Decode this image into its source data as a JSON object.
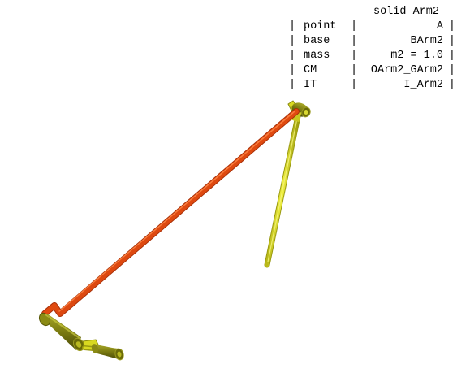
{
  "panel": {
    "title": "solid Arm2",
    "rows": [
      {
        "key": "point",
        "value": "A"
      },
      {
        "key": "base",
        "value": "BArm2"
      },
      {
        "key": "mass",
        "value": "m2 = 1.0"
      },
      {
        "key": "CM",
        "value": "OArm2_GArm2"
      },
      {
        "key": "IT",
        "value": "I_Arm2"
      }
    ],
    "separator": "|"
  },
  "colors": {
    "background": "#ffffff",
    "arm2": "#e04a10",
    "arm2_dark": "#a83008",
    "arm1": "#d8d820",
    "arm1_dark": "#9a9a10",
    "joint": "#7a7a10",
    "joint_light": "#a8a828",
    "joint_dark": "#4a4a08"
  }
}
